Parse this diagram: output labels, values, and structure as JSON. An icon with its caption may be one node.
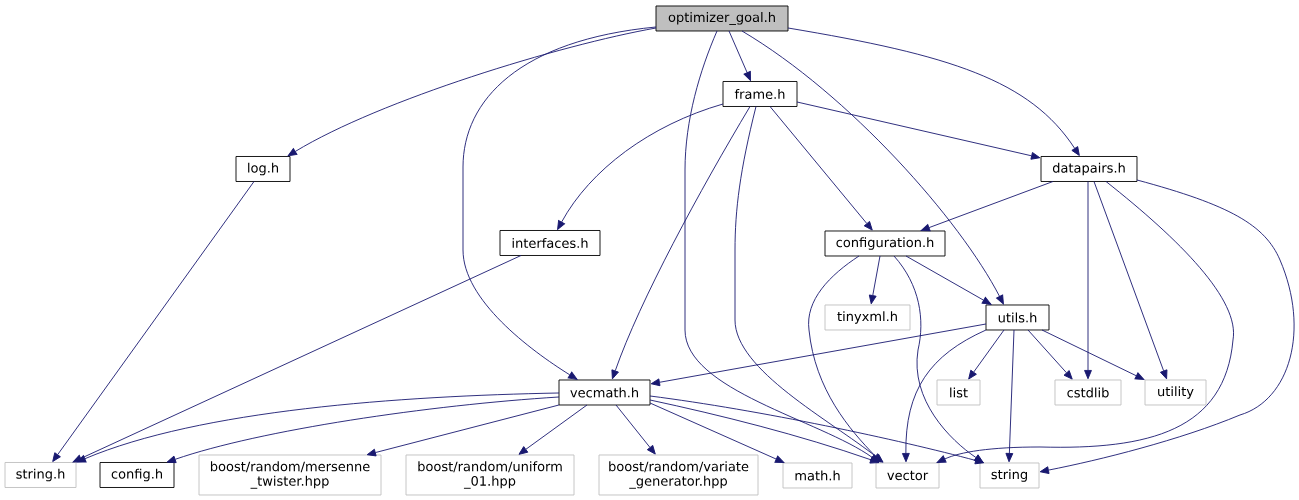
{
  "diagram": {
    "nodes": [
      {
        "text": [
          "optimizer_goal.h"
        ]
      },
      {
        "text": [
          "frame.h"
        ]
      },
      {
        "text": [
          "log.h"
        ]
      },
      {
        "text": [
          "datapairs.h"
        ]
      },
      {
        "text": [
          "interfaces.h"
        ]
      },
      {
        "text": [
          "configuration.h"
        ]
      },
      {
        "text": [
          "tinyxml.h"
        ]
      },
      {
        "text": [
          "utils.h"
        ]
      },
      {
        "text": [
          "vecmath.h"
        ]
      },
      {
        "text": [
          "list"
        ]
      },
      {
        "text": [
          "cstdlib"
        ]
      },
      {
        "text": [
          "utility"
        ]
      },
      {
        "text": [
          "string.h"
        ]
      },
      {
        "text": [
          "config.h"
        ]
      },
      {
        "text": [
          "boost/random/mersenne _twister.hpp"
        ]
      },
      {
        "text": [
          "boost/random/uniform _01.hpp"
        ]
      },
      {
        "text": [
          "boost/random/variate _generator.hpp"
        ]
      },
      {
        "text": [
          "math.h"
        ]
      },
      {
        "text": [
          "vector"
        ]
      },
      {
        "text": [
          "string"
        ]
      }
    ],
    "edges": [
      {
        "from": 0,
        "to": 1,
        "arrow": "to"
      },
      {
        "from": 0,
        "to": 2,
        "arrow": "to"
      },
      {
        "from": 0,
        "to": 8,
        "arrow": "to"
      },
      {
        "from": 0,
        "to": 18,
        "arrow": "to"
      },
      {
        "from": 0,
        "to": 7,
        "arrow": "to"
      },
      {
        "from": 0,
        "to": 3,
        "arrow": "to"
      },
      {
        "from": 1,
        "to": 4,
        "arrow": "to"
      },
      {
        "from": 1,
        "to": 8,
        "arrow": "to"
      },
      {
        "from": 1,
        "to": 18,
        "arrow": "to"
      },
      {
        "from": 1,
        "to": 5,
        "arrow": "to"
      },
      {
        "from": 1,
        "to": 3,
        "arrow": "to"
      },
      {
        "from": 2,
        "to": 12,
        "arrow": "to"
      },
      {
        "from": 4,
        "to": 12,
        "arrow": "to"
      },
      {
        "from": 3,
        "to": 5,
        "arrow": "to"
      },
      {
        "from": 3,
        "to": 10,
        "arrow": "to"
      },
      {
        "from": 3,
        "to": 11,
        "arrow": "to"
      },
      {
        "from": 3,
        "to": 18,
        "arrow": "to"
      },
      {
        "from": 3,
        "to": 19,
        "arrow": "to"
      },
      {
        "from": 5,
        "to": 6,
        "arrow": "to"
      },
      {
        "from": 5,
        "to": 7,
        "arrow": "to"
      },
      {
        "from": 5,
        "to": 18,
        "arrow": "to"
      },
      {
        "from": 5,
        "to": 19,
        "arrow": "to"
      },
      {
        "from": 7,
        "to": 8,
        "arrow": "to"
      },
      {
        "from": 7,
        "to": 9,
        "arrow": "to"
      },
      {
        "from": 7,
        "to": 10,
        "arrow": "to"
      },
      {
        "from": 7,
        "to": 11,
        "arrow": "to"
      },
      {
        "from": 7,
        "to": 18,
        "arrow": "to"
      },
      {
        "from": 7,
        "to": 19,
        "arrow": "to"
      },
      {
        "from": 8,
        "to": 12,
        "arrow": "to"
      },
      {
        "from": 8,
        "to": 13,
        "arrow": "to"
      },
      {
        "from": 8,
        "to": 14,
        "arrow": "to"
      },
      {
        "from": 8,
        "to": 15,
        "arrow": "to"
      },
      {
        "from": 8,
        "to": 16,
        "arrow": "to"
      },
      {
        "from": 8,
        "to": 17,
        "arrow": "to"
      },
      {
        "from": 8,
        "to": 18,
        "arrow": "to"
      },
      {
        "from": 8,
        "to": 19,
        "arrow": "to"
      }
    ]
  }
}
